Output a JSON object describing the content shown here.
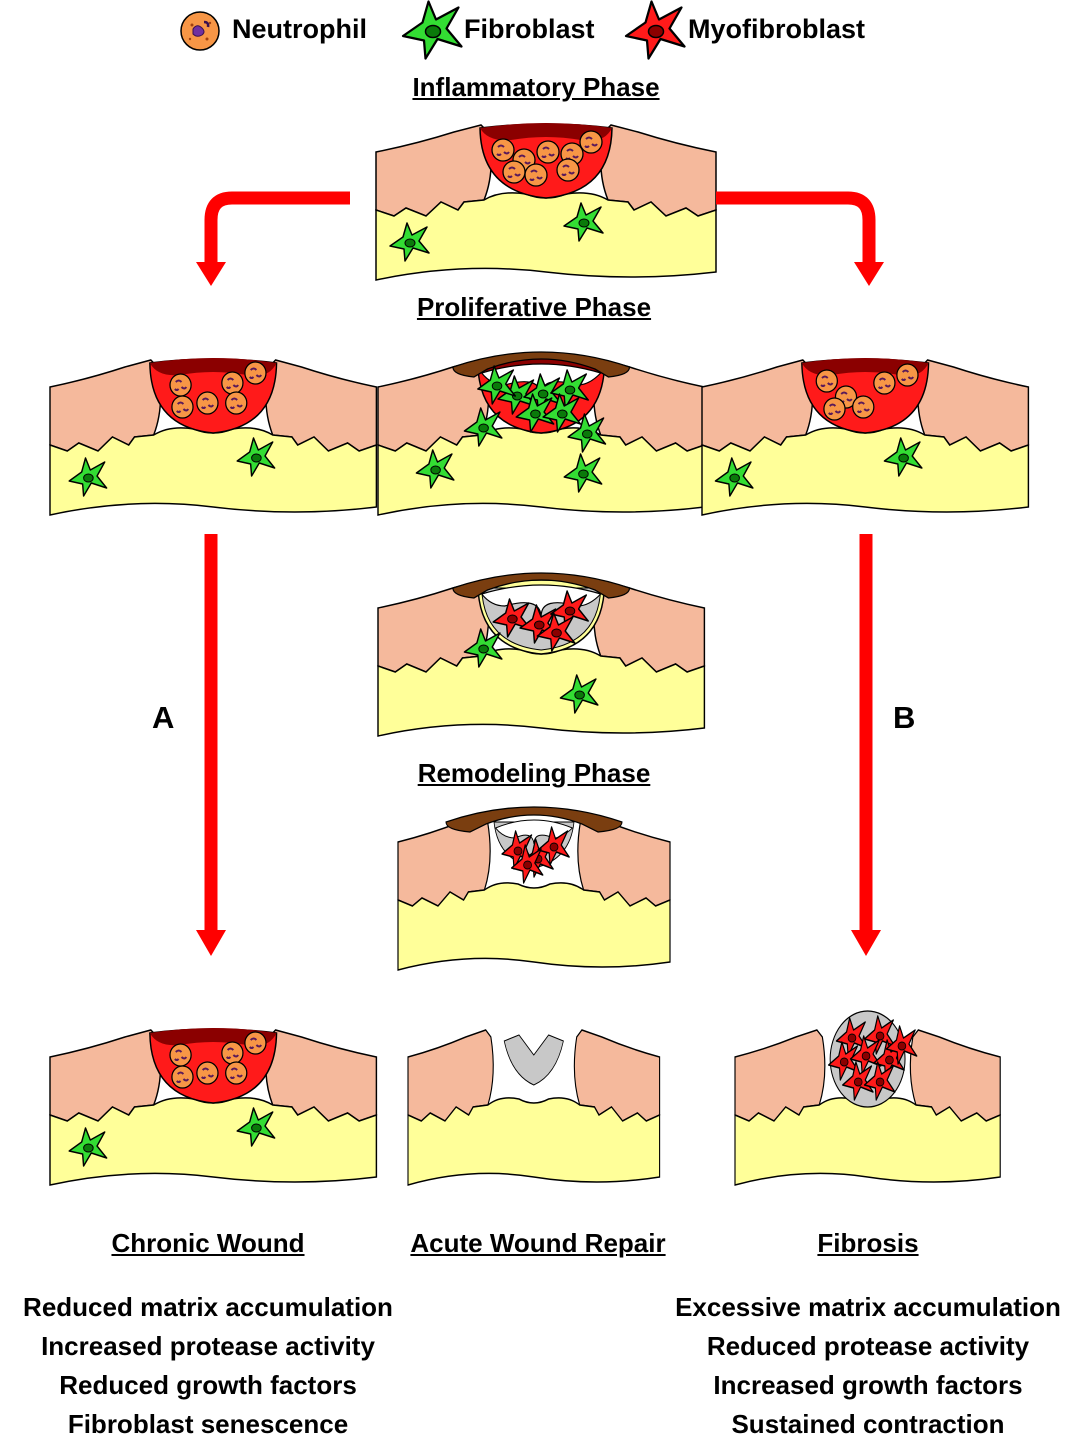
{
  "legend": [
    {
      "label": "Neutrophil",
      "icon": "neutrophil-icon"
    },
    {
      "label": "Fibroblast",
      "icon": "fibroblast-icon"
    },
    {
      "label": "Myofibroblast",
      "icon": "myofibroblast-icon"
    }
  ],
  "phases": {
    "inflammatory": "Inflammatory Phase",
    "proliferative": "Proliferative Phase",
    "remodeling": "Remodeling Phase"
  },
  "pathways": {
    "a": "A",
    "b": "B"
  },
  "outcomes": {
    "chronic": "Chronic Wound",
    "acute": "Acute Wound Repair",
    "fibrosis": "Fibrosis"
  },
  "features": {
    "chronic": [
      "Reduced matrix accumulation",
      "Increased protease activity",
      "Reduced growth factors",
      "Fibroblast senescence"
    ],
    "fibrosis": [
      "Excessive matrix accumulation",
      "Reduced protease activity",
      "Increased growth factors",
      "Sustained contraction"
    ]
  },
  "colors": {
    "dermis": "#ffff99",
    "epidermis": "#f5b99c",
    "wound_bed": "#ff1a1a",
    "clot_dark": "#8b0000",
    "scab": "#7a3e10",
    "scar_matrix": "#c8c8c8",
    "neutrophil": "#f79646",
    "fibroblast": "#33dd33",
    "myofibroblast": "#ff1a1a",
    "arrow": "#ff0000"
  }
}
